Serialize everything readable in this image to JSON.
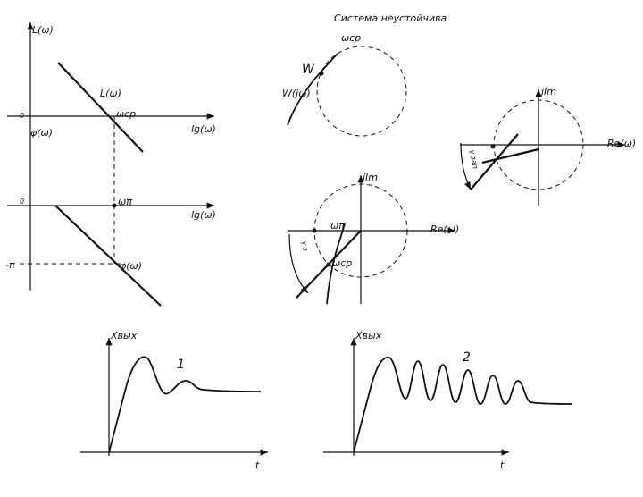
{
  "title": "Система неустойчива",
  "bode": {
    "L_axis": "L(ω)",
    "phi_axis": "φ(ω)",
    "lg_axis_top": "lg(ω)",
    "lg_axis_bottom": "lg(ω)",
    "zero_top": "0",
    "zero_bottom": "0",
    "L_curve": "L(ω)",
    "omega_c": "ωср",
    "omega_pi": "ωπ",
    "minus_pi": "-π",
    "phi_curve": "φ(ω)"
  },
  "nyquist_top": {
    "omega_label": "ωср",
    "W_label": "W",
    "W_omega": "W(jω)"
  },
  "nyquist_right": {
    "im_axis": "jIm",
    "re_axis": "Re(ω)",
    "margin": "γ зап"
  },
  "nyquist_mid": {
    "im_axis": "jIm",
    "re_axis": "Re(ω)",
    "omega_pi": "ωπ",
    "omega_c": "ωср",
    "margin": "γ з"
  },
  "response_1": {
    "y_axis": "Xвых",
    "x_axis": "t",
    "curve_label": "1"
  },
  "response_2": {
    "y_axis": "Xвых",
    "x_axis": "t",
    "curve_label": "2"
  }
}
